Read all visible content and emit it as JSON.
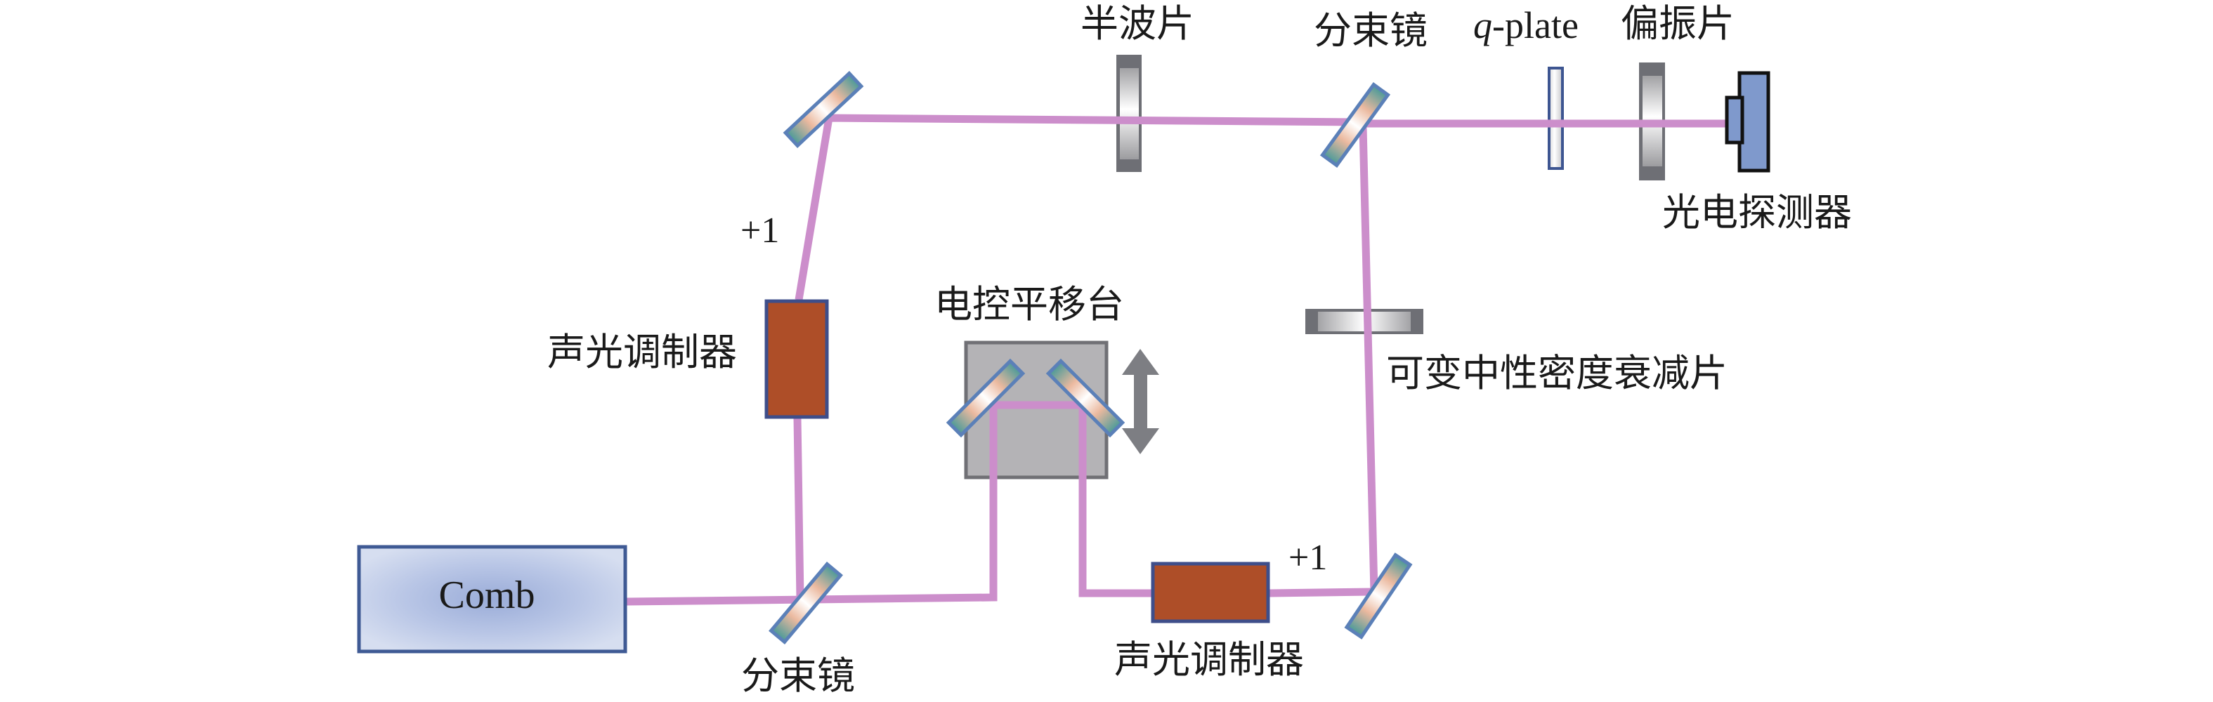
{
  "labels": {
    "comb": "Comb",
    "beam_splitter_bottom": "分束镜",
    "aom_left": "声光调制器",
    "aom_left_order": "+1",
    "translation_stage": "电控平移台",
    "half_wave_plate": "半波片",
    "beam_splitter_top": "分束镜",
    "q_plate": {
      "italic": "q",
      "rest": "-plate"
    },
    "polarizer": "偏振片",
    "photodetector": "光电探测器",
    "nd_filter": "可变中性密度衰减片",
    "aom_bottom": "声光调制器",
    "aom_bottom_order": "+1"
  },
  "icons": {
    "stage_motion": "double-vertical-arrow"
  },
  "colors": {
    "laser_beam": "#cc8ecb",
    "aom": "#ae4e28",
    "aom_border": "#3e4e8a",
    "comb_border": "#3f5a94",
    "photodetector": "#7f99cc",
    "stage": "#b4b3b6",
    "stage_border": "#707075",
    "plate_frame": "#6e6f75",
    "q_plate_border": "#3d5591",
    "mirror_border": "#5b80b8",
    "arrow": "#7d7e83",
    "text": "#1a1a1a"
  }
}
